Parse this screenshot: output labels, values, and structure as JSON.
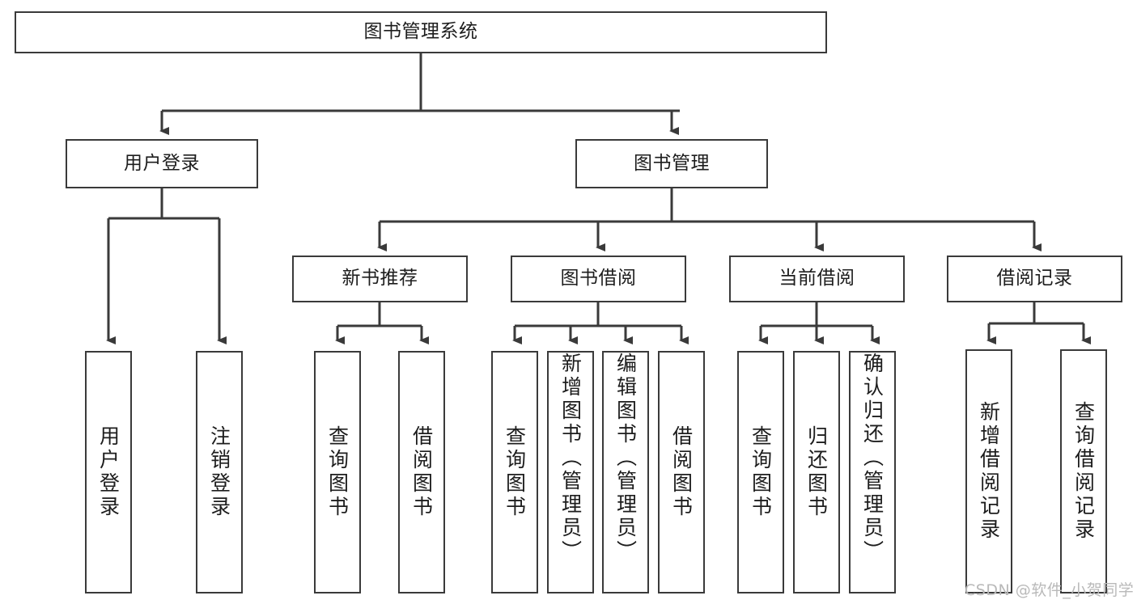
{
  "diagram": {
    "title_node": {
      "id": "root",
      "label": "图书管理系统"
    },
    "level1": [
      {
        "id": "user-login",
        "label": "用户登录"
      },
      {
        "id": "book-admin",
        "label": "图书管理"
      }
    ],
    "level2": [
      {
        "id": "new-book-rec",
        "label": "新书推荐",
        "parent": "book-admin"
      },
      {
        "id": "book-borrow",
        "label": "图书借阅",
        "parent": "book-admin"
      },
      {
        "id": "current-borrow",
        "label": "当前借阅",
        "parent": "book-admin"
      },
      {
        "id": "borrow-record",
        "label": "借阅记录",
        "parent": "book-admin"
      }
    ],
    "leaves": [
      {
        "id": "leaf-user-login",
        "label": "用户登录",
        "parent": "user-login"
      },
      {
        "id": "leaf-logout-login",
        "label": "注销登录",
        "parent": "user-login"
      },
      {
        "id": "leaf-query-book-1",
        "label": "查询图书",
        "parent": "new-book-rec"
      },
      {
        "id": "leaf-borrow-book-1",
        "label": "借阅图书",
        "parent": "new-book-rec"
      },
      {
        "id": "leaf-query-book-2",
        "label": "查询图书",
        "parent": "book-borrow"
      },
      {
        "id": "leaf-add-book",
        "label": "新增图书（管理员）",
        "parent": "book-borrow"
      },
      {
        "id": "leaf-edit-book",
        "label": "编辑图书（管理员）",
        "parent": "book-borrow"
      },
      {
        "id": "leaf-borrow-book-2",
        "label": "借阅图书",
        "parent": "book-borrow"
      },
      {
        "id": "leaf-query-book-3",
        "label": "查询图书",
        "parent": "current-borrow"
      },
      {
        "id": "leaf-return-book",
        "label": "归还图书",
        "parent": "current-borrow"
      },
      {
        "id": "leaf-confirm-return",
        "label": "确认归还（管理员）",
        "parent": "current-borrow"
      },
      {
        "id": "leaf-add-record",
        "label": "新增借阅记录",
        "parent": "borrow-record"
      },
      {
        "id": "leaf-query-record",
        "label": "查询借阅记录",
        "parent": "borrow-record"
      }
    ],
    "colors": {
      "stroke": "#3a3a3a",
      "text": "#1d1d1d",
      "background": "#ffffff",
      "watermark": "#b9b9b9"
    }
  },
  "watermark": {
    "text": "CSDN @软件_小贺同学"
  }
}
